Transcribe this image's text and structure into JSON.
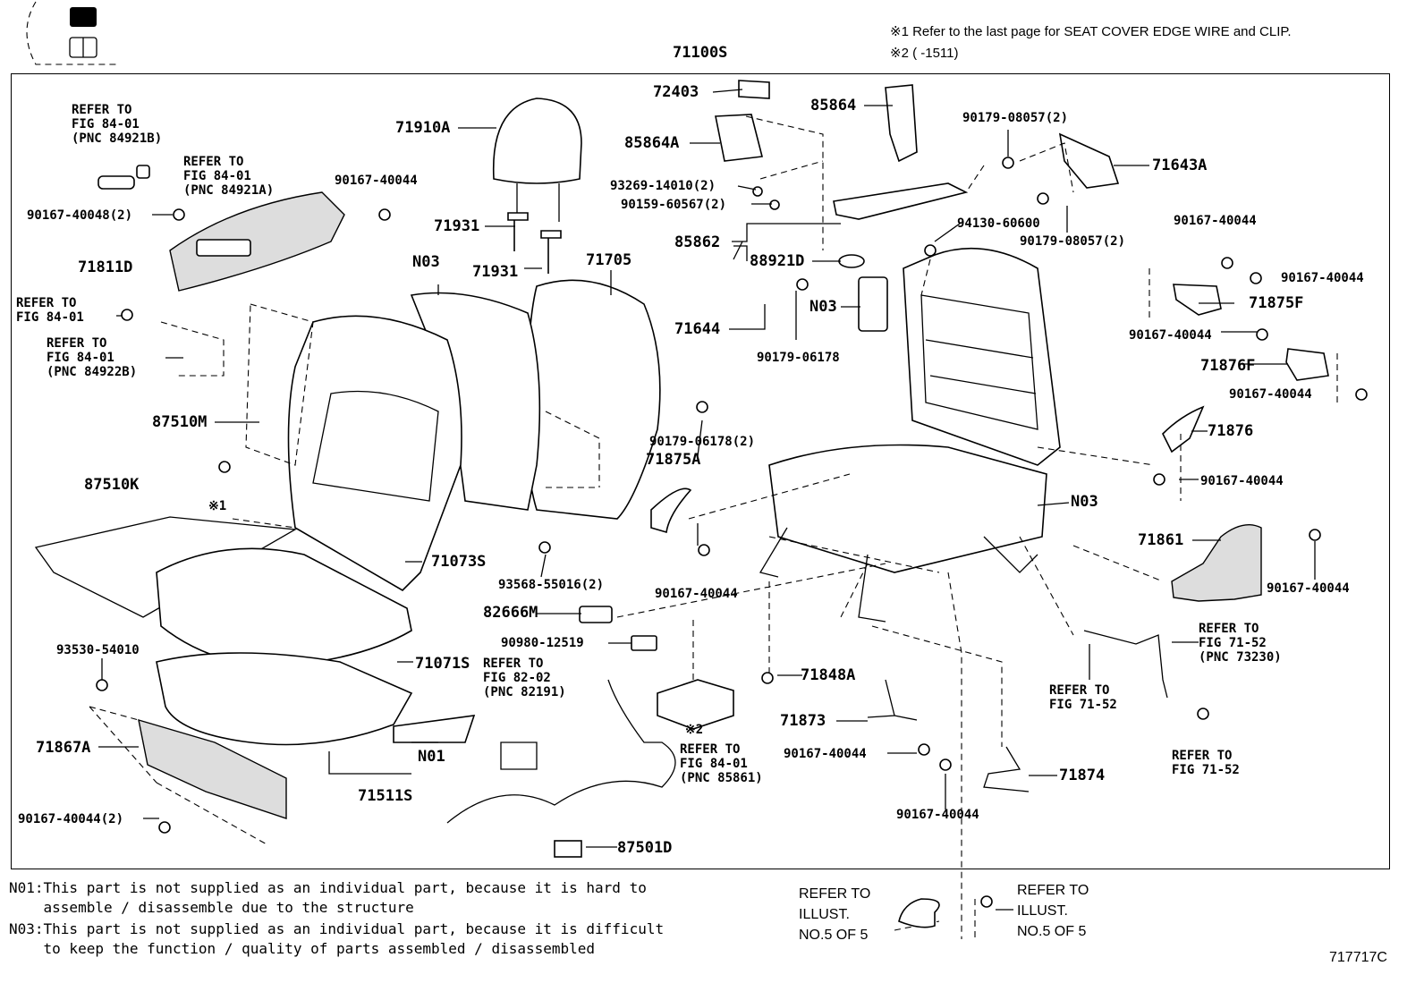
{
  "header": {
    "note1": "※1 Refer to the last page for SEAT COVER EDGE WIRE and CLIP.",
    "note2": "※2 (      -1511)"
  },
  "labels": {
    "p71100S": "71100S",
    "p72403": "72403",
    "p85864": "85864",
    "p85864A": "85864A",
    "p93269": "93269-14010(2)",
    "p90159": "90159-60567(2)",
    "p85862": "85862",
    "p88921D": "88921D",
    "p94130": "94130-60600",
    "p90179_08057a": "90179-08057(2)",
    "p90179_08057b": "90179-08057(2)",
    "p71643A": "71643A",
    "p71910A": "71910A",
    "p71931a": "71931",
    "p71931b": "71931",
    "p71705": "71705",
    "pN03a": "N03",
    "pN03b": "N03",
    "pN03c": "N03",
    "p71644": "71644",
    "p90179_06178": "90179-06178",
    "p90179_06178_2": "90179-06178(2)",
    "p90167_40044a": "90167-40044",
    "p90167_40048": "90167-40048(2)",
    "p71811D": "71811D",
    "p87510M": "87510M",
    "p87510K": "87510K",
    "pMark1": "※1",
    "p71073S": "71073S",
    "p93568": "93568-55016(2)",
    "p71875A": "71875A",
    "p90167_40044b": "90167-40044",
    "p82666M": "82666M",
    "p90980": "90980-12519",
    "p71071S": "71071S",
    "p93530": "93530-54010",
    "p71867A": "71867A",
    "p90167_40044_2": "90167-40044(2)",
    "p71511S": "71511S",
    "pN01": "N01",
    "p87501D": "87501D",
    "pMark2": "※2",
    "p71848A": "71848A",
    "p71873": "71873",
    "p90167_40044c": "90167-40044",
    "p90167_40044d": "90167-40044",
    "p71874": "71874",
    "p90167_40044e": "90167-40044",
    "p90167_40044f": "90167-40044",
    "p71875F": "71875F",
    "p90167_40044g": "90167-40044",
    "p71876F": "71876F",
    "p90167_40044h": "90167-40044",
    "p71876": "71876",
    "p90167_40044i": "90167-40044",
    "p71861": "71861",
    "p90167_40044j": "90167-40044"
  },
  "refs": {
    "r1": [
      "REFER TO",
      "FIG 84-01",
      "(PNC 84921B)"
    ],
    "r2": [
      "REFER TO",
      "FIG 84-01",
      "(PNC 84921A)"
    ],
    "r3": [
      "REFER TO",
      "FIG 84-01"
    ],
    "r4": [
      "REFER TO",
      "FIG 84-01",
      "(PNC 84922B)"
    ],
    "r5": [
      "REFER TO",
      "FIG 82-02",
      "(PNC 82191)"
    ],
    "r6": [
      "REFER TO",
      "FIG 84-01",
      "(PNC 85861)"
    ],
    "r7": [
      "REFER TO",
      "FIG 71-52",
      "(PNC 73230)"
    ],
    "r8": [
      "REFER TO",
      "FIG 71-52"
    ],
    "r9": [
      "REFER TO",
      "FIG 71-52"
    ],
    "r10": [
      "REFER TO",
      "ILLUST.",
      "NO.5 OF 5"
    ],
    "r11": [
      "REFER TO",
      "ILLUST.",
      "NO.5 OF 5"
    ]
  },
  "footnotes": {
    "n01": "N01:This part is not supplied as an individual part, because it is hard to\n    assemble / disassemble due to the structure",
    "n03": "N03:This part is not supplied as an individual part, because it is difficult\n    to keep the function / quality of parts assembled / disassembled"
  },
  "diagram_code": "717717C"
}
